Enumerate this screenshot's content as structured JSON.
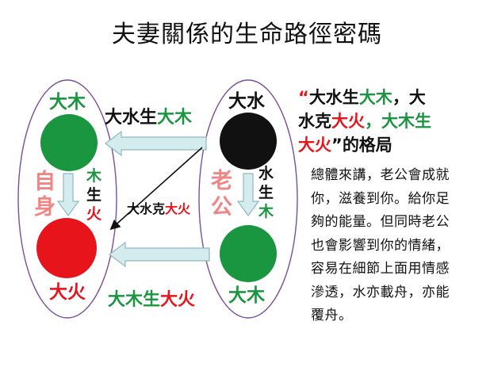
{
  "title": "夫妻關係的生命路徑密碼",
  "colors": {
    "green": "#1a9641",
    "red": "#e8141c",
    "black": "#111111",
    "pink_label": "#f08585",
    "ellipse_stroke": "#7a4f9a",
    "arrow_fill": "#d5ecef",
    "arrow_stroke": "#8fb8c2"
  },
  "diagram": {
    "self_group": {
      "label_chars": [
        "自",
        "身"
      ],
      "top_node": {
        "label": "大木",
        "color": "green"
      },
      "bottom_node": {
        "label": "大火",
        "color": "red"
      },
      "vertical_relation_chars": [
        "木",
        "生",
        "火"
      ]
    },
    "husband_group": {
      "label_chars": [
        "老",
        "公"
      ],
      "top_node": {
        "label": "大水",
        "color": "black"
      },
      "bottom_node": {
        "label": "大木",
        "color": "green"
      },
      "vertical_relation_chars": [
        "水",
        "生",
        "木"
      ]
    },
    "top_arrow": {
      "part1": "大水生",
      "part2": "大木"
    },
    "bottom_arrow": {
      "part1": "大木生",
      "part2": "大火"
    },
    "diagonal_arrow": {
      "part1": "大水克",
      "part2": "大火"
    }
  },
  "side_panel": {
    "heading": {
      "q_open": "“",
      "p1": "大水生",
      "p2": "大木",
      "p3": "，大",
      "p4": "水克",
      "p5": "大火",
      "p6": "，大木生",
      "p7": "大火",
      "q_close": "”",
      "p8": "的格局"
    },
    "lines": [
      "總體來講，老公會成就",
      "你，滋養到你。給你足",
      "夠的能量。但同時老公",
      "也會影響到你的情緒，",
      "容易在細節上面用情感",
      "滲透，水亦載舟，亦能",
      "覆舟。"
    ]
  }
}
